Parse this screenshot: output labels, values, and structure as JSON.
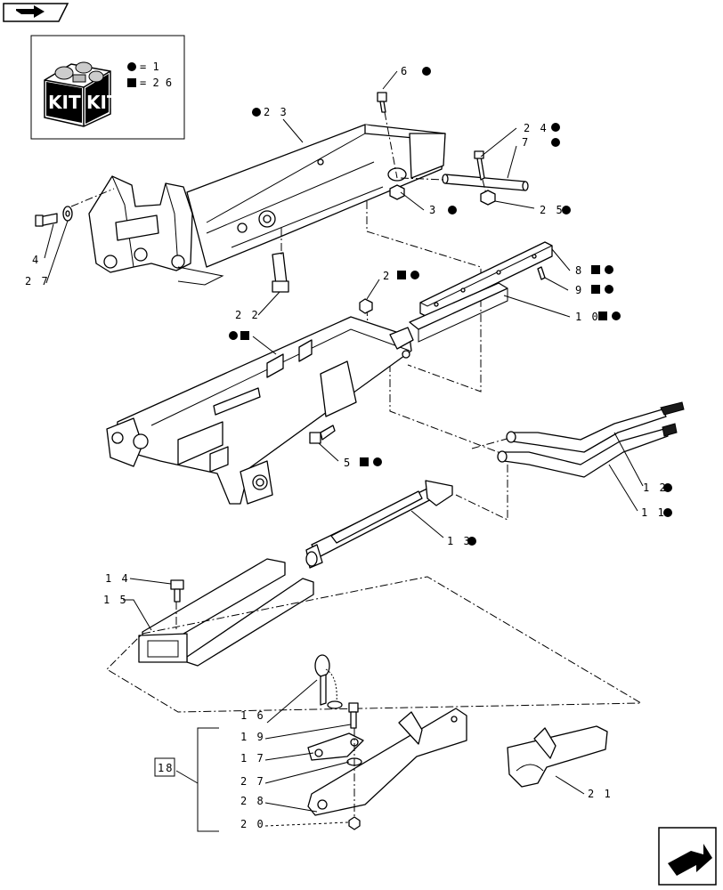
{
  "kit_box": {
    "kit_text": "KIT",
    "legend": [
      {
        "symbol": "circle",
        "text": "= 1"
      },
      {
        "symbol": "square",
        "text": "= 2 6"
      }
    ]
  },
  "group_box": {
    "label": "18"
  },
  "callouts": [
    {
      "id": "c6",
      "text": "6",
      "circle": true,
      "square": false
    },
    {
      "id": "c23",
      "text": "2 3",
      "circle": true,
      "square": false
    },
    {
      "id": "c24",
      "text": "2 4",
      "circle": true,
      "square": false
    },
    {
      "id": "c7",
      "text": "7",
      "circle": true,
      "square": false
    },
    {
      "id": "c3",
      "text": "3",
      "circle": true,
      "square": false
    },
    {
      "id": "c25",
      "text": "2 5",
      "circle": true,
      "square": false
    },
    {
      "id": "c4",
      "text": "4",
      "circle": false,
      "square": false
    },
    {
      "id": "c27a",
      "text": "2 7",
      "circle": false,
      "square": false
    },
    {
      "id": "c8",
      "text": "8",
      "circle": true,
      "square": true
    },
    {
      "id": "c9",
      "text": "9",
      "circle": true,
      "square": true
    },
    {
      "id": "c2",
      "text": "2",
      "circle": true,
      "square": true
    },
    {
      "id": "c10",
      "text": "1 0",
      "circle": true,
      "square": true
    },
    {
      "id": "c22",
      "text": "2 2",
      "circle": false,
      "square": false
    },
    {
      "id": "cmain",
      "text": "",
      "circle": true,
      "square": true
    },
    {
      "id": "c5",
      "text": "5",
      "circle": true,
      "square": true
    },
    {
      "id": "c12",
      "text": "1 2",
      "circle": true,
      "square": false
    },
    {
      "id": "c11",
      "text": "1 1",
      "circle": true,
      "square": false
    },
    {
      "id": "c13",
      "text": "1 3",
      "circle": true,
      "square": false
    },
    {
      "id": "c14",
      "text": "1 4",
      "circle": false,
      "square": false
    },
    {
      "id": "c15",
      "text": "1 5",
      "circle": false,
      "square": false
    },
    {
      "id": "c16",
      "text": "1 6",
      "circle": false,
      "square": false
    },
    {
      "id": "c19",
      "text": "1 9",
      "circle": false,
      "square": false
    },
    {
      "id": "c17",
      "text": "1 7",
      "circle": false,
      "square": false
    },
    {
      "id": "c27b",
      "text": "2 7",
      "circle": false,
      "square": false
    },
    {
      "id": "c28",
      "text": "2 8",
      "circle": false,
      "square": false
    },
    {
      "id": "c20",
      "text": "2 0",
      "circle": false,
      "square": false
    },
    {
      "id": "c21",
      "text": "2 1",
      "circle": false,
      "square": false
    }
  ]
}
